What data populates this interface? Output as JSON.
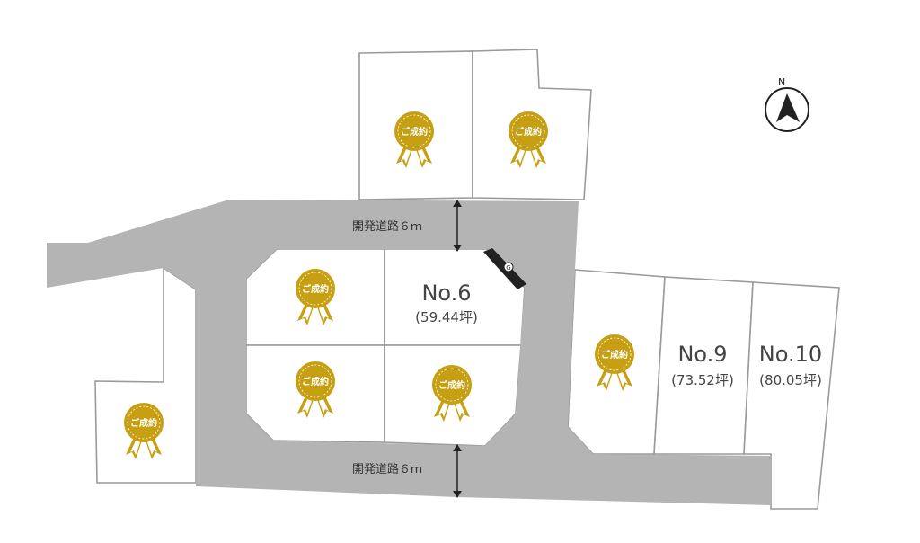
{
  "roads": {
    "upper_label": "開発道路６ｍ",
    "lower_label": "開発道路６ｍ"
  },
  "compass": {
    "label": "N"
  },
  "gas_marker": "G",
  "colors": {
    "road": "#b4b4b4",
    "lot_border": "#9a9a9a",
    "badge_gold": "#c6a012",
    "text": "#444444"
  },
  "sold_badge_text": "ご成約",
  "lots": [
    {
      "id": "top-left",
      "status": "sold",
      "badge": "ご成約"
    },
    {
      "id": "top-right",
      "status": "sold",
      "badge": "ご成約"
    },
    {
      "id": "far-left",
      "status": "sold",
      "badge": "ご成約"
    },
    {
      "id": "center-top-left",
      "status": "sold",
      "badge": "ご成約"
    },
    {
      "id": "no6",
      "status": "available",
      "number": "No.6",
      "area": "(59.44坪)"
    },
    {
      "id": "center-bottom-left",
      "status": "sold",
      "badge": "ご成約"
    },
    {
      "id": "center-bottom-right",
      "status": "sold",
      "badge": "ご成約"
    },
    {
      "id": "right-1",
      "status": "sold",
      "badge": "ご成約"
    },
    {
      "id": "no9",
      "status": "available",
      "number": "No.9",
      "area": "(73.52坪)"
    },
    {
      "id": "no10",
      "status": "available",
      "number": "No.10",
      "area": "(80.05坪)"
    }
  ]
}
